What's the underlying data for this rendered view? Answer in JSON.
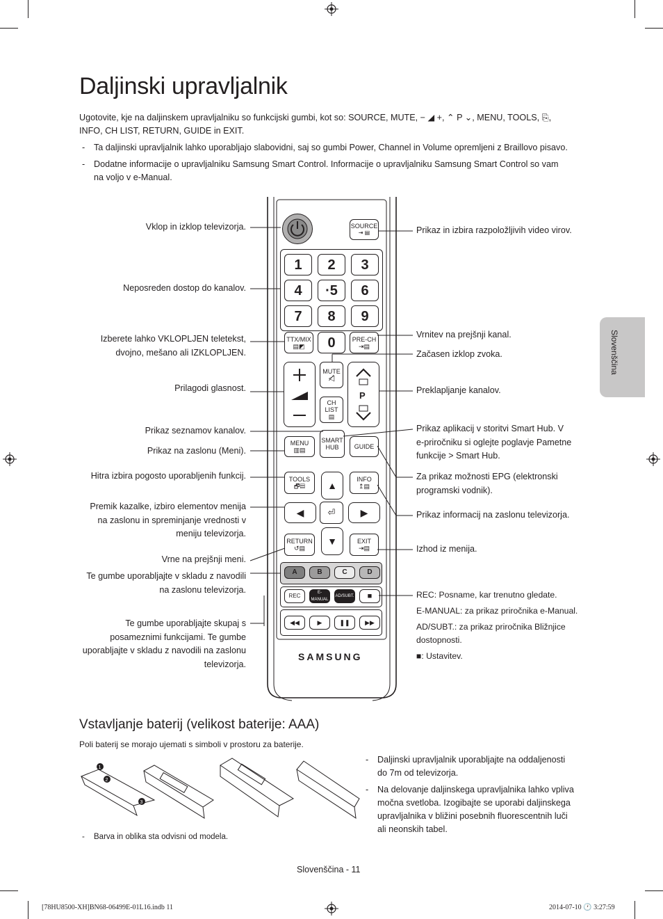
{
  "title": "Daljinski upravljalnik",
  "intro": {
    "line1": "Ugotovite, kje na daljinskem upravljalniku so funkcijski gumbi, kot so: SOURCE, MUTE, − ◢ +, ⌃ P ⌄, MENU, TOOLS, ⎘,",
    "line2": "INFO, CH LIST, RETURN, GUIDE in EXIT."
  },
  "bullets": [
    "Ta daljinski upravljalnik lahko uporabljajo slabovidni, saj so gumbi Power, Channel in Volume opremljeni z Braillovo pisavo.",
    "Dodatne informacije o upravljalniku Samsung Smart Control. Informacije o upravljalniku Samsung Smart Control so vam",
    "na voljo v e-Manual."
  ],
  "side_tab": "Slovenščina",
  "left_labels": [
    "Vklop in izklop televizorja.",
    "Neposreden dostop do kanalov.",
    "Izberete lahko VKLOPLJEN teletekst,",
    "dvojno, mešano ali IZKLOPLJEN.",
    "Prilagodi glasnost.",
    "Prikaz seznamov kanalov.",
    "Prikaz na zaslonu (Meni).",
    "Hitra izbira pogosto uporabljenih funkcij.",
    "Premik kazalke, izbiro elementov menija",
    "na zaslonu in spreminjanje vrednosti v",
    "meniju televizorja.",
    "Vrne na prejšnji meni.",
    "Te gumbe uporabljajte v skladu z navodili",
    "na zaslonu televizorja.",
    "Te gumbe uporabljajte skupaj s",
    "posameznimi funkcijami. Te gumbe",
    "uporabljajte v skladu z navodili na zaslonu",
    "televizorja."
  ],
  "right_labels": [
    "Prikaz in izbira razpoložljivih video virov.",
    "Vrnitev na prejšnji kanal.",
    "Začasen izklop zvoka.",
    "Preklapljanje kanalov.",
    "Prikaz aplikacij v storitvi Smart Hub. V",
    "e-priročniku si oglejte poglavje Pametne",
    "funkcije > Smart Hub.",
    "Za prikaz možnosti EPG (elektronski",
    "programski vodnik).",
    "Prikaz informacij na zaslonu televizorja.",
    "Izhod iz menija.",
    "REC: Posname, kar trenutno gledate.",
    "E-MANUAL: za prikaz priročnika e-Manual.",
    "AD/SUBT.: za prikaz priročnika Bližnjice",
    "dostopnosti.",
    "■: Ustavitev."
  ],
  "remote": {
    "source": "SOURCE",
    "digits": [
      "1",
      "2",
      "3",
      "4",
      "·5",
      "6",
      "7",
      "8",
      "9",
      "0"
    ],
    "ttx": "TTX/MIX",
    "prech": "PRE-CH",
    "mute": "MUTE",
    "chlist": "CH LIST",
    "p": "P",
    "menu": "MENU",
    "smarthub": "SMART HUB",
    "guide": "GUIDE",
    "tools": "TOOLS",
    "info": "INFO",
    "return": "RETURN",
    "exit": "EXIT",
    "colors": [
      "A",
      "B",
      "C",
      "D"
    ],
    "rec": "REC",
    "emanual": "E-MANUAL",
    "adsubt": "AD/SUBT.",
    "brand": "SAMSUNG"
  },
  "battery_title": "Vstavljanje baterij (velikost baterije: AAA)",
  "battery_text": "Poli baterij se morajo ujemati s simboli v prostoru za baterije.",
  "battery_note": "Barva in oblika sta odvisni od modela.",
  "battery_steps": [
    "1",
    "2",
    "3"
  ],
  "battery_bullets": [
    "Daljinski upravljalnik uporabljajte na oddaljenosti",
    "do 7m od televizorja.",
    "Na delovanje daljinskega upravljalnika lahko vpliva",
    "močna svetloba. Izogibajte se uporabi daljinskega",
    "upravljalnika v bližini posebnih fluorescentnih luči",
    "ali neonskih tabel."
  ],
  "footer": "Slovenščina - 11",
  "imprint_left": "[78HU8500-XH]BN68-06499E-01L16.indb   11",
  "imprint_right": "2014-07-10   🕐 3:27:59"
}
